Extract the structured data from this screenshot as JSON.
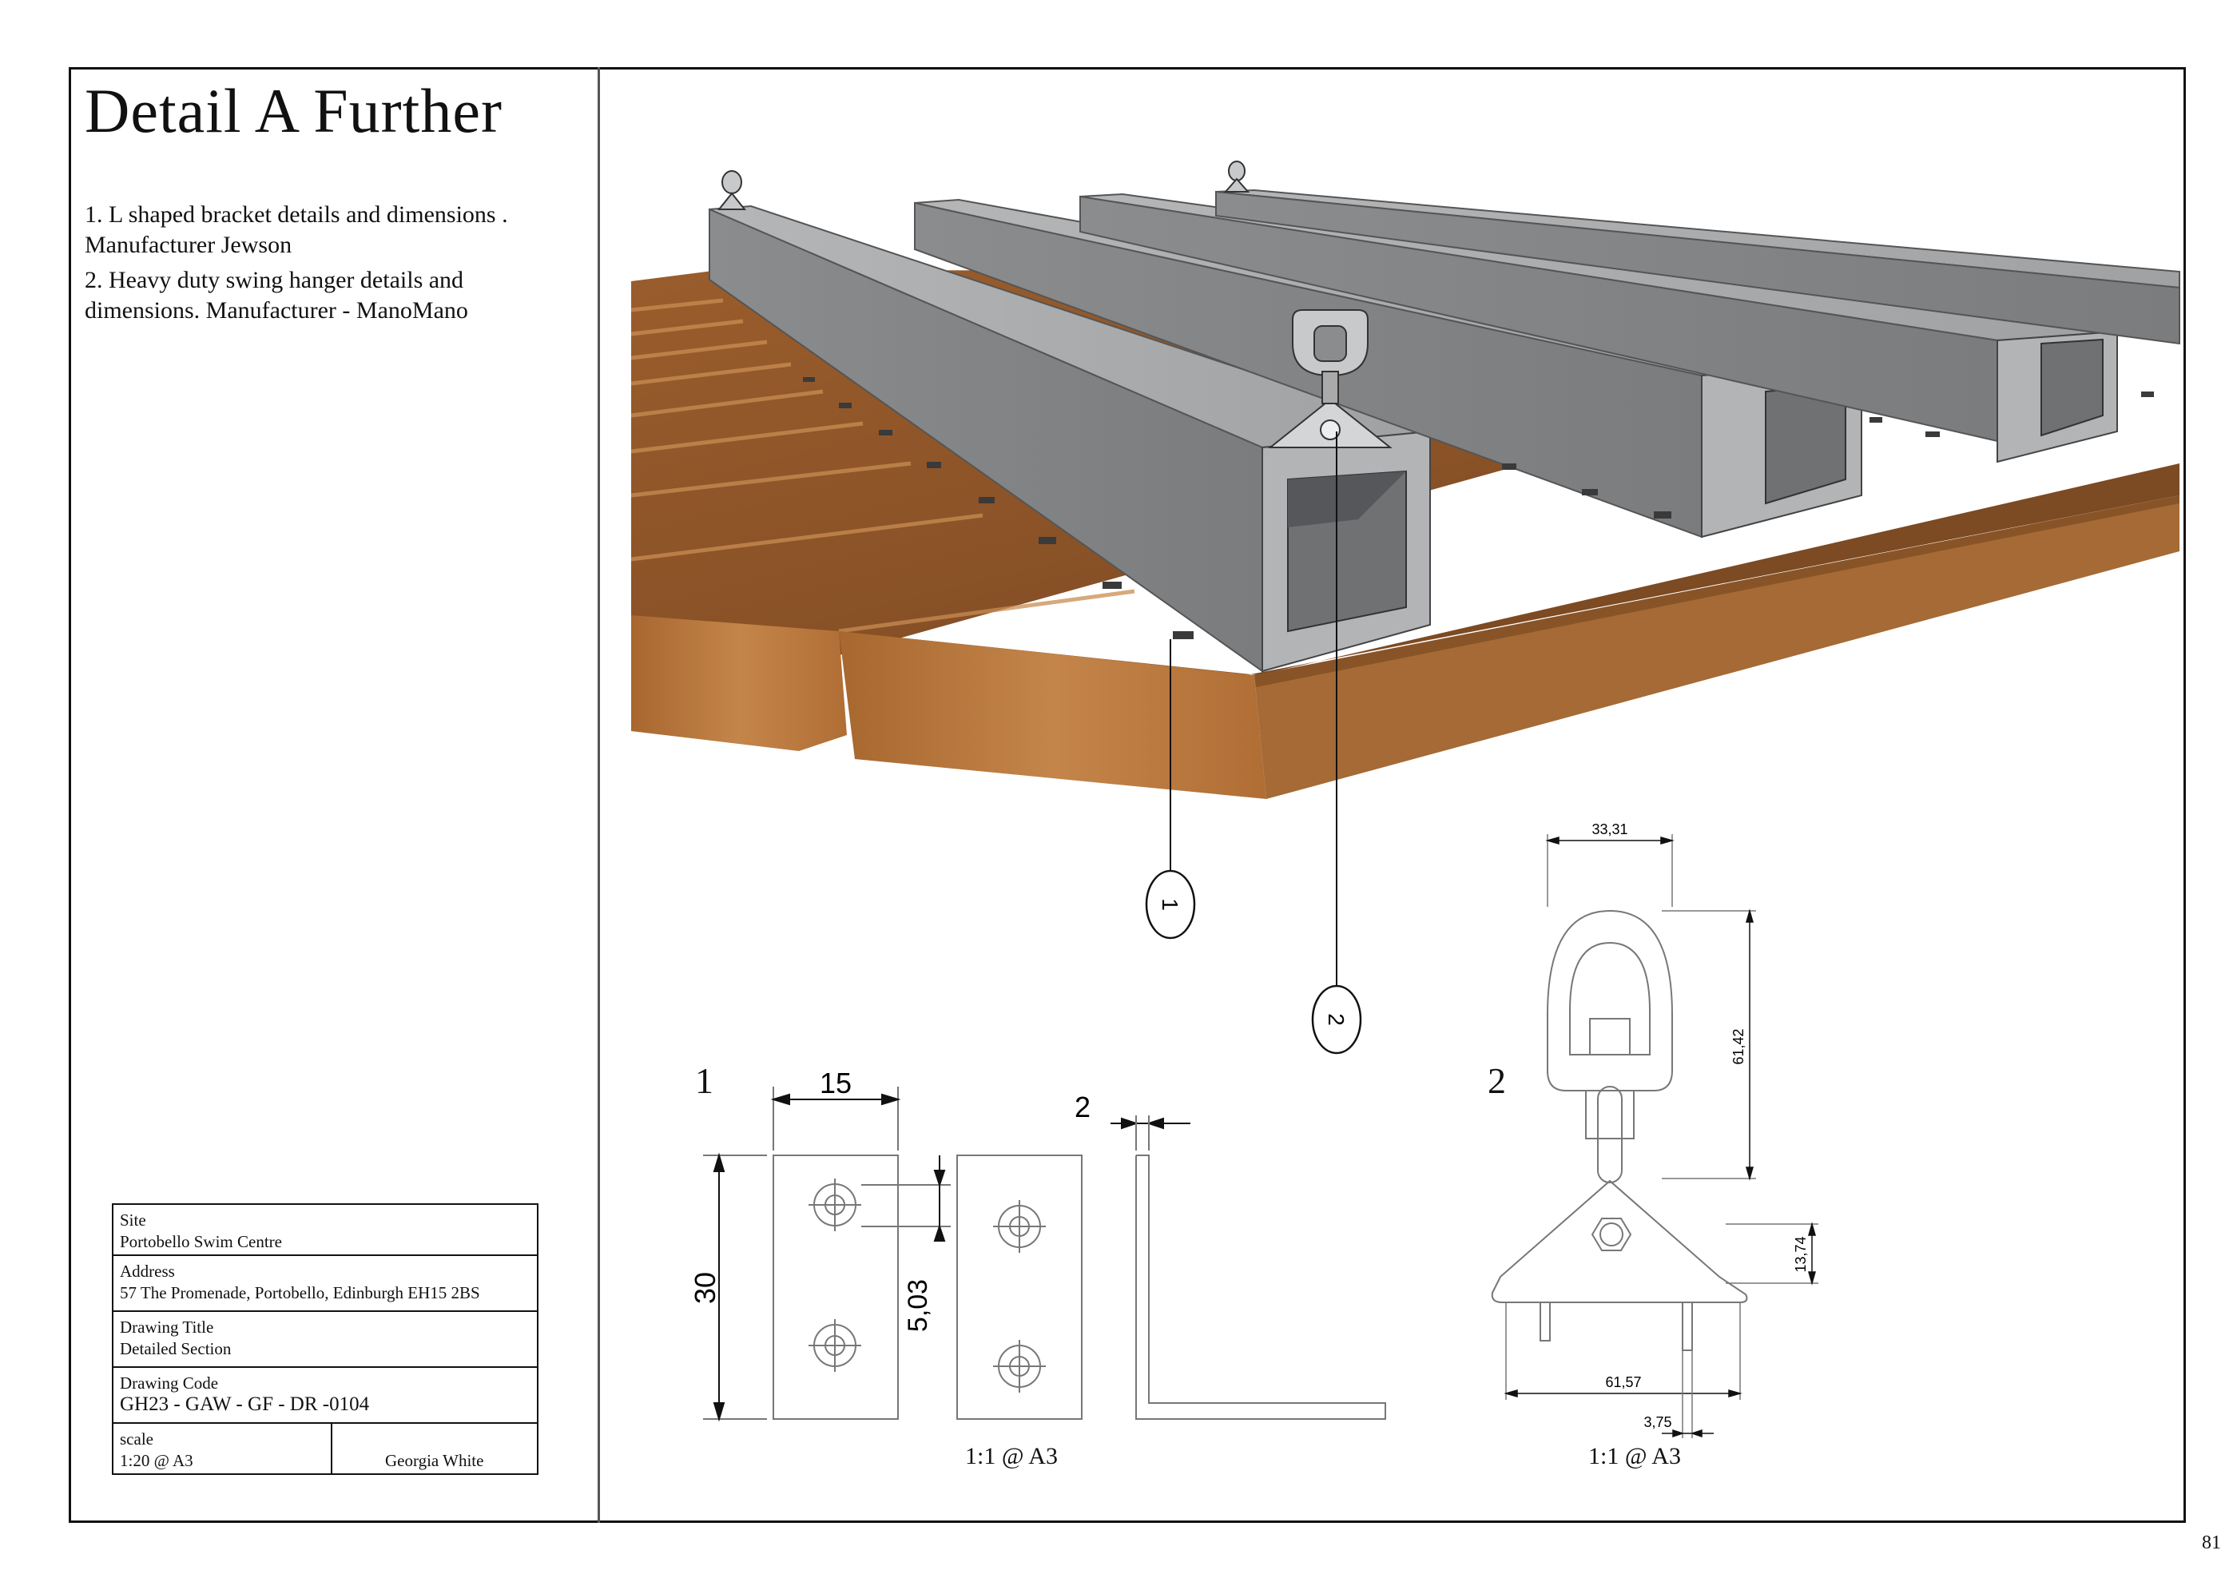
{
  "title": "Detail A Further",
  "notes": {
    "note1": "1. L shaped bracket details and dimensions . Manufacturer Jewson",
    "note2": "2. Heavy duty swing hanger details and dimensions. Manufacturer - ManoMano"
  },
  "title_block": {
    "site_label": "Site",
    "site_value": "Portobello Swim Centre",
    "address_label": "Address",
    "address_value": "57 The Promenade, Portobello, Edinburgh EH15 2BS",
    "drawing_title_label": "Drawing Title",
    "drawing_title_value": "Detailed Section",
    "drawing_code_label": "Drawing Code",
    "drawing_code_value": "GH23 - GAW - GF - DR -0104",
    "scale_label": "scale",
    "scale_value": "1:20 @ A3",
    "author": "Georgia White"
  },
  "callouts": {
    "c1": "1",
    "c2": "2"
  },
  "figure1": {
    "label": "1",
    "dim_width": "15",
    "dim_height": "30",
    "dim_hole": "5,03",
    "dim_thickness": "2",
    "scale": "1:1 @ A3"
  },
  "figure2": {
    "label": "2",
    "dim_top": "33,31",
    "dim_height": "61,42",
    "dim_nut": "13,74",
    "dim_base": "61,57",
    "dim_pin": "3,75",
    "scale": "1:1 @ A3"
  },
  "page_number": "81",
  "colors": {
    "timber_light": "#b9773d",
    "timber_dark": "#7a4a22",
    "steel": "#9a9c9e",
    "steel_dark": "#6f7173",
    "line": "#111111"
  }
}
